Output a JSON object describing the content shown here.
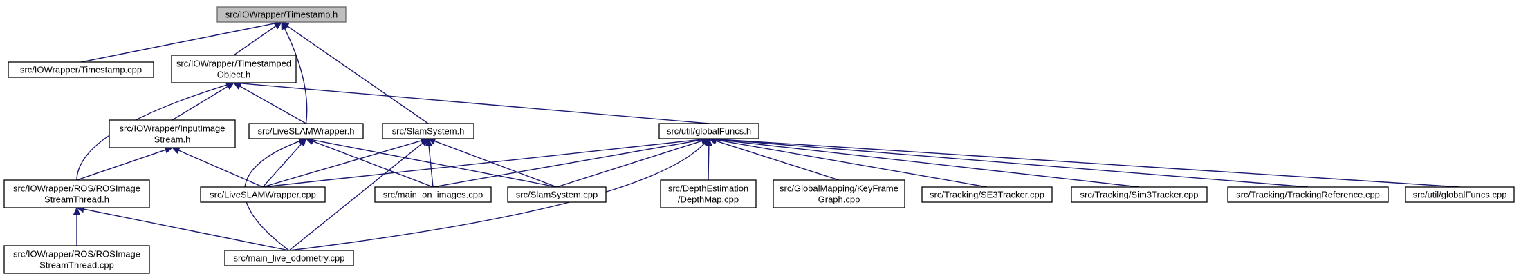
{
  "colors": {
    "edge": "#191970",
    "root_fill": "#bfbfbf",
    "root_border": "#666666",
    "node_fill": "#ffffff",
    "node_border": "#000000"
  },
  "nodes": [
    {
      "id": "timestamp_h",
      "label": [
        "src/IOWrapper/Timestamp.h"
      ],
      "root": true
    },
    {
      "id": "timestamp_cpp",
      "label": [
        "src/IOWrapper/Timestamp.cpp"
      ]
    },
    {
      "id": "timestamped_object_h",
      "label": [
        "src/IOWrapper/Timestamped",
        "Object.h"
      ]
    },
    {
      "id": "input_image_stream_h",
      "label": [
        "src/IOWrapper/InputImage",
        "Stream.h"
      ]
    },
    {
      "id": "live_slam_wrapper_h",
      "label": [
        "src/LiveSLAMWrapper.h"
      ]
    },
    {
      "id": "slam_system_h",
      "label": [
        "src/SlamSystem.h"
      ]
    },
    {
      "id": "global_funcs_h",
      "label": [
        "src/util/globalFuncs.h"
      ]
    },
    {
      "id": "ros_image_stream_thread_h",
      "label": [
        "src/IOWrapper/ROS/ROSImage",
        "StreamThread.h"
      ]
    },
    {
      "id": "live_slam_wrapper_cpp",
      "label": [
        "src/LiveSLAMWrapper.cpp"
      ]
    },
    {
      "id": "main_on_images_cpp",
      "label": [
        "src/main_on_images.cpp"
      ]
    },
    {
      "id": "slam_system_cpp",
      "label": [
        "src/SlamSystem.cpp"
      ]
    },
    {
      "id": "depth_map_cpp",
      "label": [
        "src/DepthEstimation",
        "/DepthMap.cpp"
      ]
    },
    {
      "id": "key_frame_graph_cpp",
      "label": [
        "src/GlobalMapping/KeyFrame",
        "Graph.cpp"
      ]
    },
    {
      "id": "se3_tracker_cpp",
      "label": [
        "src/Tracking/SE3Tracker.cpp"
      ]
    },
    {
      "id": "sim3_tracker_cpp",
      "label": [
        "src/Tracking/Sim3Tracker.cpp"
      ]
    },
    {
      "id": "tracking_reference_cpp",
      "label": [
        "src/Tracking/TrackingReference.cpp"
      ]
    },
    {
      "id": "global_funcs_cpp",
      "label": [
        "src/util/globalFuncs.cpp"
      ]
    },
    {
      "id": "ros_image_stream_thread_cpp",
      "label": [
        "src/IOWrapper/ROS/ROSImage",
        "StreamThread.cpp"
      ]
    },
    {
      "id": "main_live_odometry_cpp",
      "label": [
        "src/main_live_odometry.cpp"
      ]
    }
  ],
  "edges": [
    {
      "from": "timestamp_h",
      "to": "timestamp_cpp"
    },
    {
      "from": "timestamp_h",
      "to": "timestamped_object_h"
    },
    {
      "from": "timestamp_h",
      "to": "live_slam_wrapper_h"
    },
    {
      "from": "timestamp_h",
      "to": "slam_system_h"
    },
    {
      "from": "timestamped_object_h",
      "to": "input_image_stream_h"
    },
    {
      "from": "timestamped_object_h",
      "to": "live_slam_wrapper_h"
    },
    {
      "from": "timestamped_object_h",
      "to": "global_funcs_h"
    },
    {
      "from": "timestamped_object_h",
      "to": "ros_image_stream_thread_h"
    },
    {
      "from": "input_image_stream_h",
      "to": "ros_image_stream_thread_h"
    },
    {
      "from": "input_image_stream_h",
      "to": "live_slam_wrapper_cpp"
    },
    {
      "from": "live_slam_wrapper_h",
      "to": "live_slam_wrapper_cpp"
    },
    {
      "from": "live_slam_wrapper_h",
      "to": "main_on_images_cpp"
    },
    {
      "from": "live_slam_wrapper_h",
      "to": "slam_system_cpp"
    },
    {
      "from": "live_slam_wrapper_h",
      "to": "main_live_odometry_cpp"
    },
    {
      "from": "slam_system_h",
      "to": "live_slam_wrapper_cpp"
    },
    {
      "from": "slam_system_h",
      "to": "main_on_images_cpp"
    },
    {
      "from": "slam_system_h",
      "to": "slam_system_cpp"
    },
    {
      "from": "slam_system_h",
      "to": "main_live_odometry_cpp"
    },
    {
      "from": "global_funcs_h",
      "to": "live_slam_wrapper_cpp"
    },
    {
      "from": "global_funcs_h",
      "to": "main_on_images_cpp"
    },
    {
      "from": "global_funcs_h",
      "to": "slam_system_cpp"
    },
    {
      "from": "global_funcs_h",
      "to": "main_live_odometry_cpp"
    },
    {
      "from": "global_funcs_h",
      "to": "depth_map_cpp"
    },
    {
      "from": "global_funcs_h",
      "to": "key_frame_graph_cpp"
    },
    {
      "from": "global_funcs_h",
      "to": "se3_tracker_cpp"
    },
    {
      "from": "global_funcs_h",
      "to": "sim3_tracker_cpp"
    },
    {
      "from": "global_funcs_h",
      "to": "tracking_reference_cpp"
    },
    {
      "from": "global_funcs_h",
      "to": "global_funcs_cpp"
    },
    {
      "from": "ros_image_stream_thread_h",
      "to": "ros_image_stream_thread_cpp"
    },
    {
      "from": "ros_image_stream_thread_h",
      "to": "main_live_odometry_cpp"
    }
  ]
}
